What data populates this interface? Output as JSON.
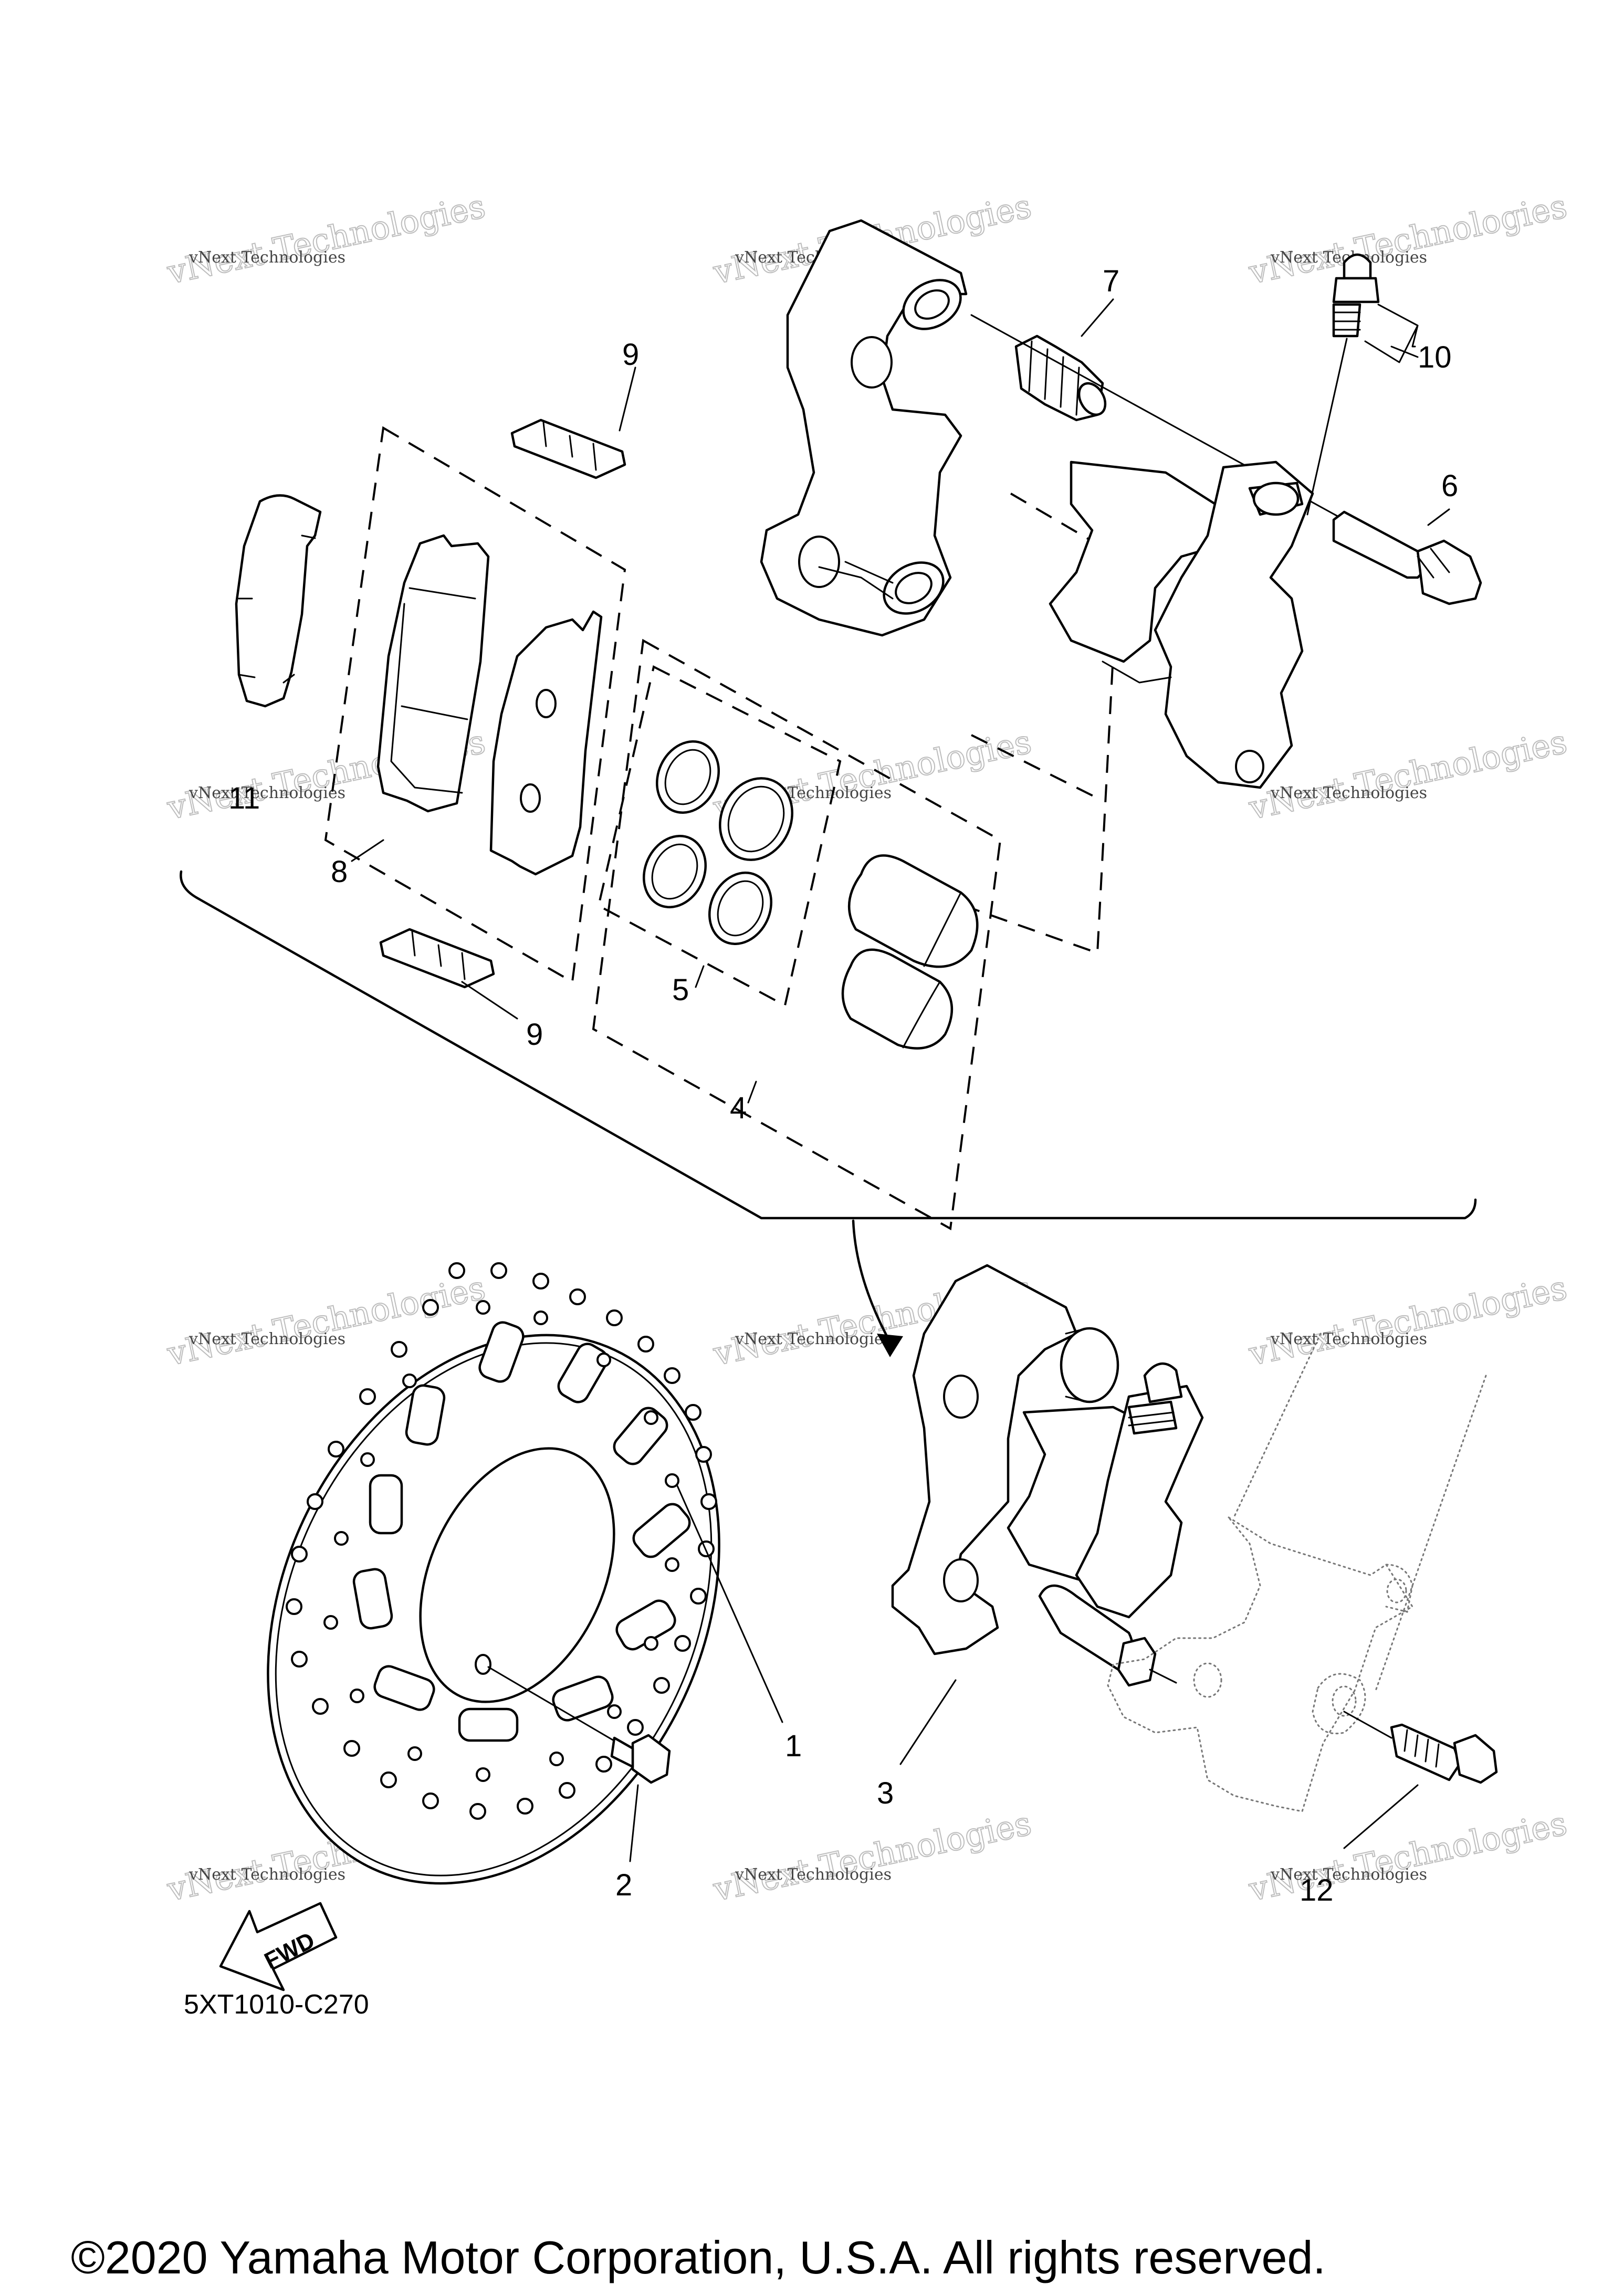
{
  "diagram_code": "5XT1010-C270",
  "copyright": "©2020 Yamaha Motor Corporation, U.S.A. All rights reserved.",
  "direction_label": "FWD",
  "watermark": {
    "line1": "vNext Technologies",
    "line2": "vNext Technologies"
  },
  "callouts": {
    "c1": "1",
    "c2": "2",
    "c3": "3",
    "c4": "4",
    "c5": "5",
    "c6": "6",
    "c7": "7",
    "c8": "8",
    "c9a": "9",
    "c9b": "9",
    "c10": "10",
    "c11": "11",
    "c12": "12"
  }
}
